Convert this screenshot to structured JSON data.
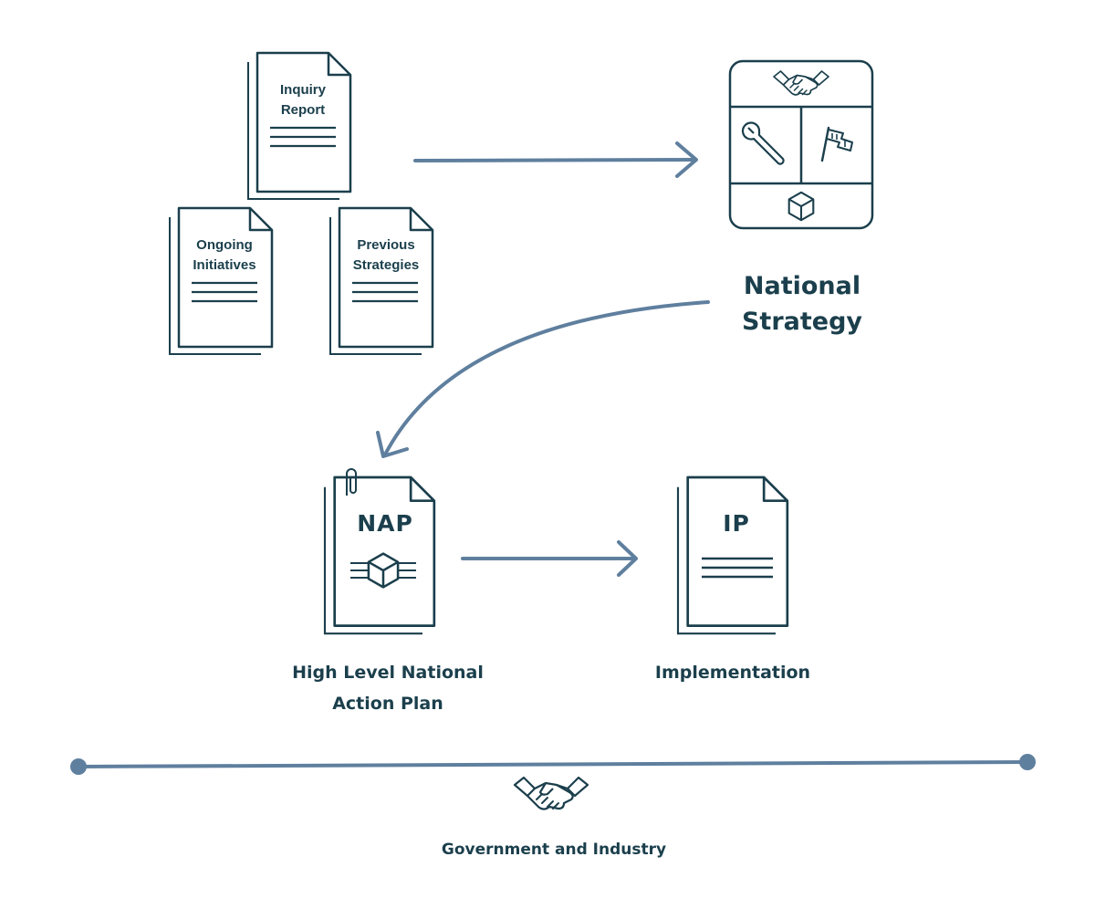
{
  "colors": {
    "ink": "#1b3f4c",
    "arrow": "#5f7f9e"
  },
  "inputs": {
    "inquiry_report": "Inquiry\nReport",
    "ongoing_initiatives": "Ongoing\nInitiatives",
    "previous_strategies": "Previous\nStrategies"
  },
  "strategy": {
    "label": "National\nStrategy",
    "icons": [
      "handshake-icon",
      "wrench-icon",
      "flag-icon",
      "cube-icon"
    ]
  },
  "nap": {
    "code": "NAP",
    "label": "High Level National\nAction Plan",
    "icons": [
      "paperclip-icon",
      "cube-icon"
    ]
  },
  "ip": {
    "code": "IP",
    "label": "Implementation"
  },
  "timeline": {
    "label": "Government and Industry",
    "icon": "handshake-icon"
  }
}
